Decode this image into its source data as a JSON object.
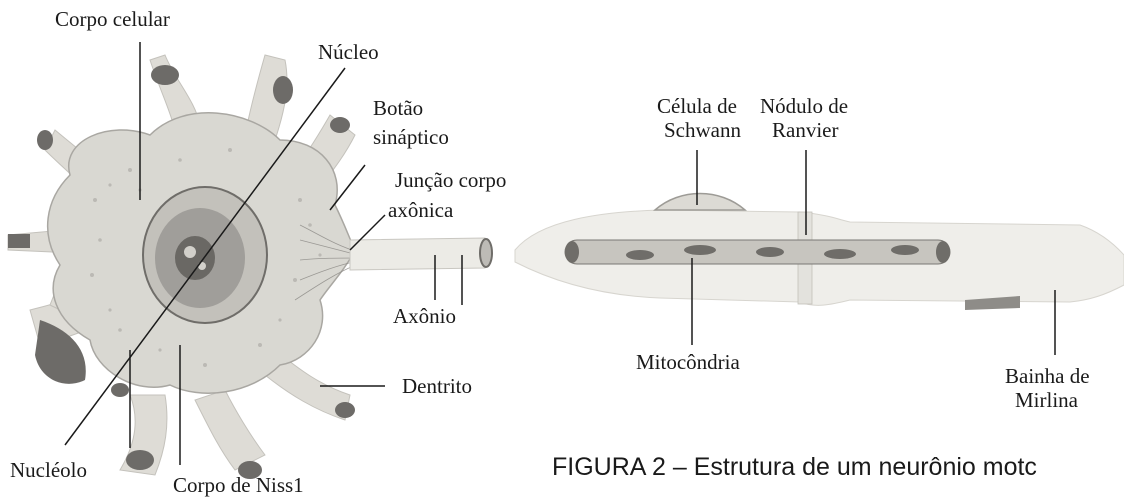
{
  "labels": {
    "corpo_celular": "Corpo celular",
    "nucleo": "Núcleo",
    "botao_sinaptico_1": "Botão",
    "botao_sinaptico_2": "sináptico",
    "juncao_1": "Junção corpo",
    "juncao_2": "axônica",
    "axonio": "Axônio",
    "dentrito": "Dentrito",
    "nucleolo": "Nucléolo",
    "corpo_nissl": "Corpo de Niss1",
    "celula_schwann_1": "Célula de",
    "celula_schwann_2": "Schwann",
    "nodulo_ranvier_1": "Nódulo de",
    "nodulo_ranvier_2": "Ranvier",
    "mitocondria": "Mitocôndria",
    "bainha_1": "Bainha de",
    "bainha_2": "Mirlina"
  },
  "caption": "FIGURA 2 – Estrutura de um neurônio motc",
  "colors": {
    "cell_body": "#d9d8d2",
    "cell_shadow": "#9a9994",
    "nucleus": "#7e7c78",
    "dark_blob": "#5e5c59",
    "dendrite_tip": "#6d6b68",
    "axon": "#ecebe6",
    "mitochondria": "#6f6d69",
    "leader": "#1a1a1a"
  }
}
